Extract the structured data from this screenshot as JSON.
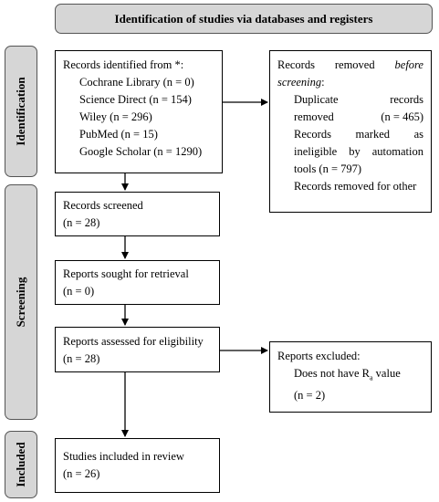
{
  "header": "Identification of studies via databases and registers",
  "stages": {
    "identification": "Identification",
    "screening": "Screening",
    "included": "Included"
  },
  "identified": {
    "title": "Records identified from *:",
    "sources": [
      "Cochrane Library (n = 0)",
      "Science Direct (n = 154)",
      "Wiley (n = 296)",
      "PubMed (n = 15)",
      "Google Scholar (n = 1290)"
    ]
  },
  "removed": {
    "title_a": "Records",
    "title_b": "removed",
    "title_c": "before",
    "title_d": "screening",
    "title_e": ":",
    "dup_a": "Duplicate",
    "dup_b": "records",
    "dup_c": "removed",
    "dup_d": "(n = 465)",
    "inel_a": "Records",
    "inel_b": "marked",
    "inel_c": "as",
    "inel_d": "ineligible",
    "inel_e": "by",
    "inel_f": "automation",
    "inel_g": "tools (n = 797)",
    "other": "Records removed for other"
  },
  "screened": {
    "title": "Records screened",
    "count": "(n = 28)"
  },
  "sought": {
    "title": "Reports sought for retrieval",
    "count": "(n = 0)"
  },
  "assessed": {
    "title": "Reports assessed for eligibility",
    "count": "(n = 28)"
  },
  "excluded": {
    "title": "Reports excluded:",
    "reason_prefix": "Does not have R",
    "reason_sub": "a",
    "reason_suffix": " value",
    "count": "(n = 2)"
  },
  "included_box": {
    "title": "Studies included in review",
    "count": "(n = 26)"
  }
}
